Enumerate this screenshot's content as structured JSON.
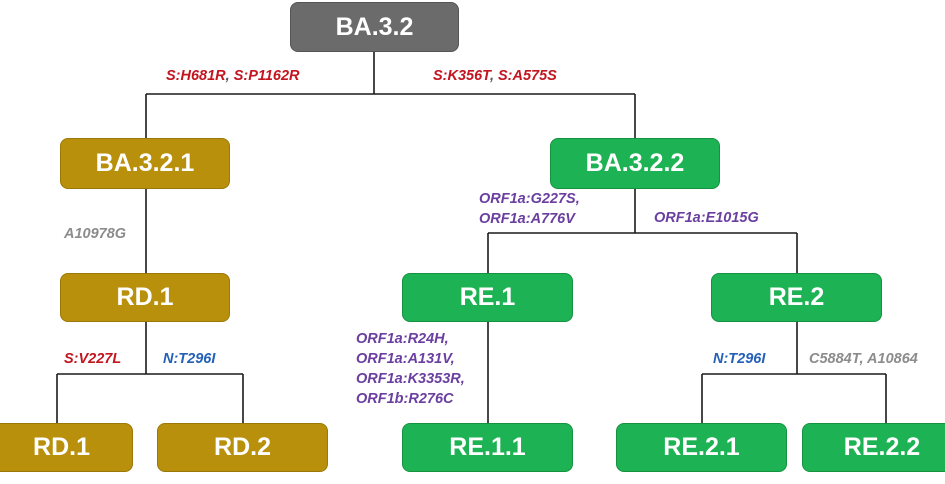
{
  "nodes": {
    "ba_3_2": "BA.3.2",
    "ba_3_2_1": "BA.3.2.1",
    "ba_3_2_2": "BA.3.2.2",
    "rd_1_mid": "RD.1",
    "rd_1_leaf": "RD.1",
    "rd_2": "RD.2",
    "re_1": "RE.1",
    "re_2": "RE.2",
    "re_1_1": "RE.1.1",
    "re_2_1": "RE.2.1",
    "re_2_2": "RE.2.2"
  },
  "mutations": {
    "to_ba_3_2_1": {
      "m1": "S:H681R",
      "sep": ", ",
      "m2": "S:P1162R"
    },
    "to_ba_3_2_2": {
      "m1": "S:K356T",
      "sep": ", ",
      "m2": "S:A575S"
    },
    "to_rd_1": "A10978G",
    "to_rd_1_leaf": "S:V227L",
    "to_rd_2": "N:T296I",
    "to_re_1": [
      "ORF1a:G227S,",
      "ORF1a:A776V"
    ],
    "to_re_2": "ORF1a:E1015G",
    "to_re_1_1": [
      "ORF1a:R24H,",
      "ORF1a:A131V,",
      "ORF1a:K3353R,",
      "ORF1b:R276C"
    ],
    "to_re_2_1": "N:T296I",
    "to_re_2_2": {
      "m1": "C5884T",
      "sep": ", ",
      "m2": "A10864"
    }
  },
  "colors": {
    "root": "#6b6b6b",
    "rd_lineage": "#b8900c",
    "re_lineage": "#1db354",
    "spike_mutation": "#c2151f",
    "n_mutation": "#2460b8",
    "orf_mutation": "#6a3fa0",
    "synonymous_mutation": "#8c8c8c"
  }
}
